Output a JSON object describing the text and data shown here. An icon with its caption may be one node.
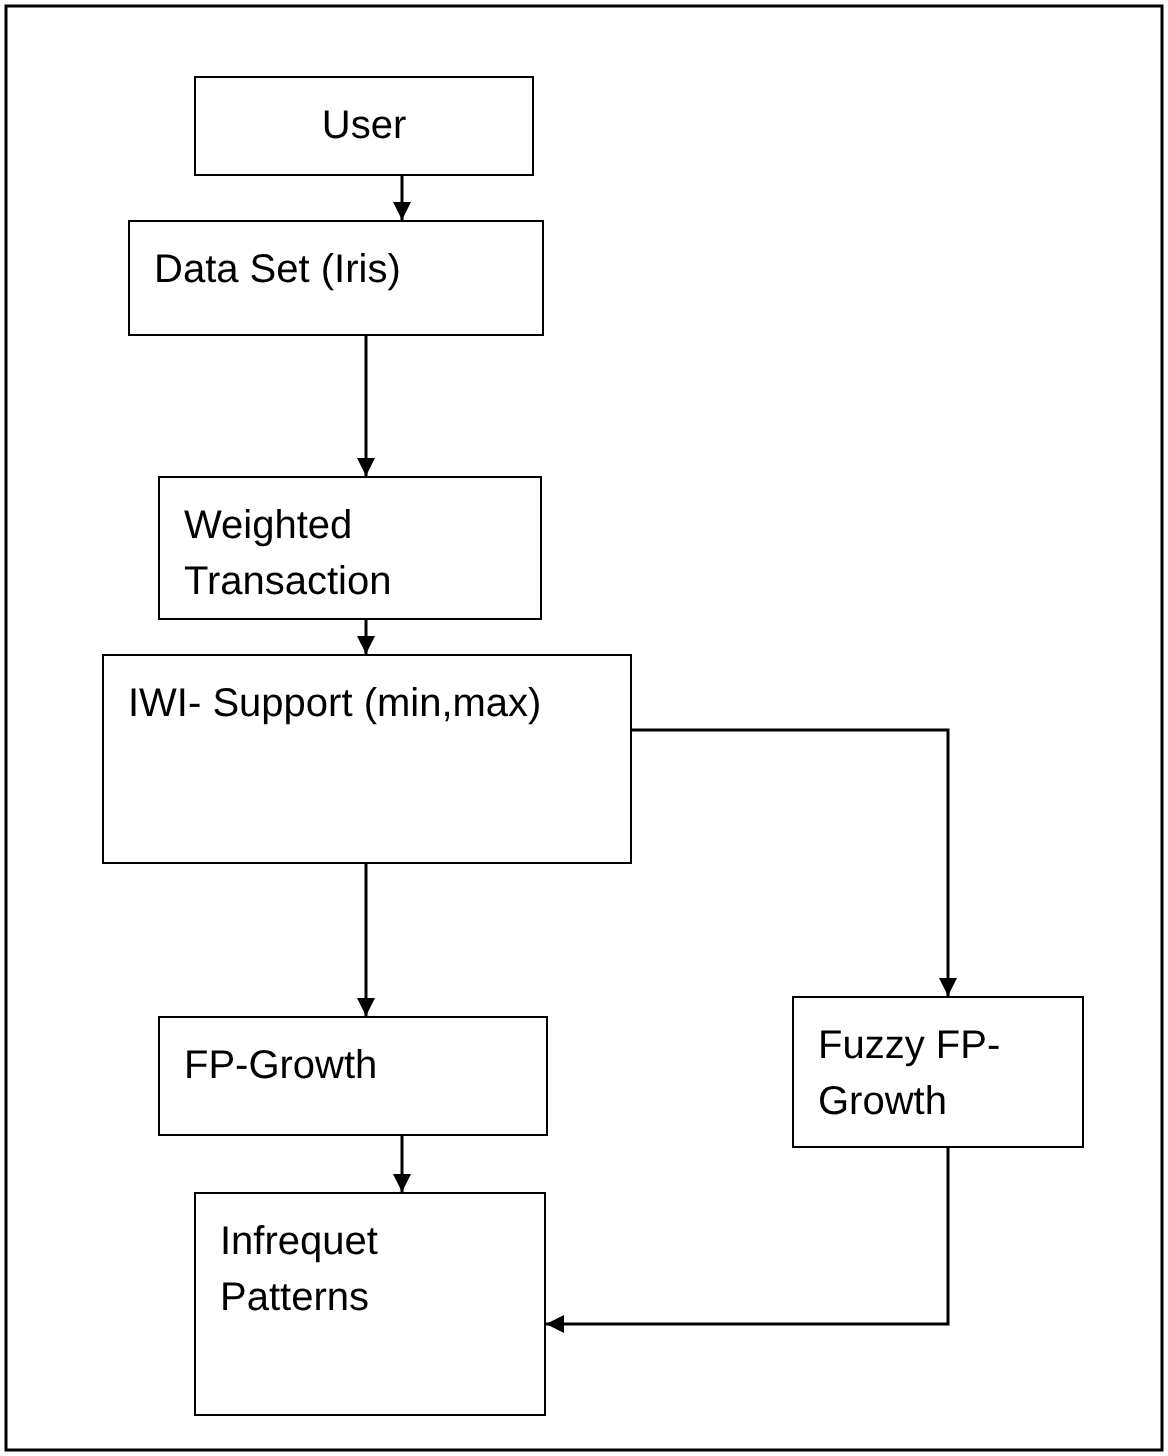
{
  "diagram": {
    "nodes": [
      {
        "text": [
          "User"
        ]
      },
      {
        "text": [
          "Data Set (Iris)"
        ]
      },
      {
        "text": [
          "Weighted Transaction"
        ]
      },
      {
        "text": [
          "IWI- Support (min,max)"
        ]
      },
      {
        "text": [
          "FP-Growth"
        ]
      },
      {
        "text": [
          "Fuzzy FP-Growth"
        ]
      },
      {
        "text": [
          "Infrequet Patterns"
        ]
      }
    ],
    "edges": [
      {
        "from": 0,
        "to": 1,
        "arrow": "to"
      },
      {
        "from": 1,
        "to": 2,
        "arrow": "to"
      },
      {
        "from": 2,
        "to": 3,
        "arrow": "to"
      },
      {
        "from": 3,
        "to": 4,
        "arrow": "to"
      },
      {
        "from": 3,
        "to": 5,
        "arrow": "to"
      },
      {
        "from": 4,
        "to": 6,
        "arrow": "to"
      },
      {
        "from": 5,
        "to": 6,
        "arrow": "to"
      }
    ]
  }
}
